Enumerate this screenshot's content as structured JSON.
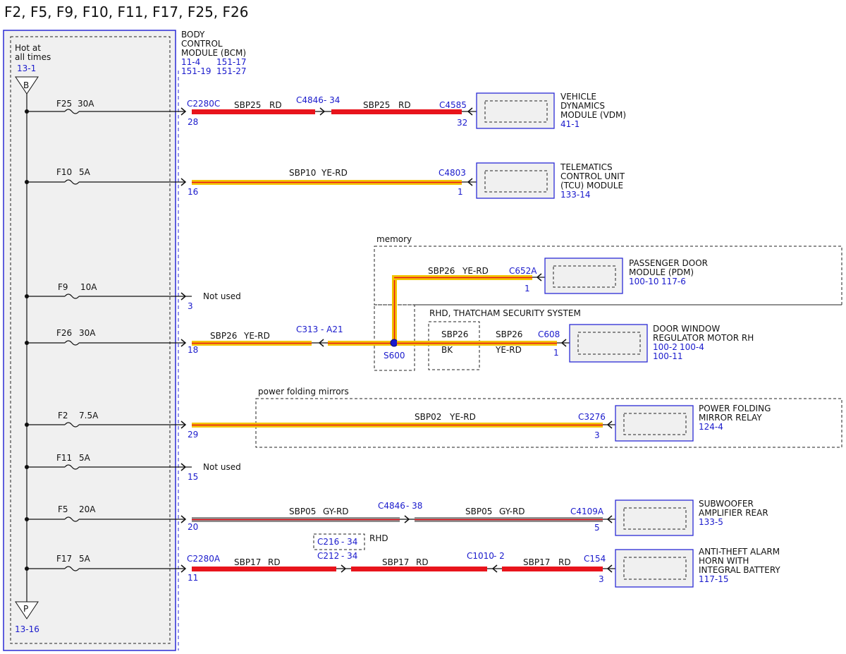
{
  "page_title": "F2, F5, F9, F10, F11, F17, F25, F26",
  "bcm": {
    "hot_label_1": "Hot at",
    "hot_label_2": "all times",
    "hot_ref": "13-1",
    "top_connector": "B",
    "bottom_connector": "P",
    "bottom_ref": "13-16",
    "name_1": "BODY",
    "name_2": "CONTROL",
    "name_3": "MODULE (BCM)",
    "refs_1a": "11-4",
    "refs_1b": "151-17",
    "refs_2a": "151-19",
    "refs_2b": "151-27"
  },
  "fuses": {
    "f25": {
      "name": "F25",
      "rating": "30A"
    },
    "f10": {
      "name": "F10",
      "rating": "5A"
    },
    "f9": {
      "name": "F9",
      "rating": "10A"
    },
    "f26": {
      "name": "F26",
      "rating": "30A"
    },
    "f2": {
      "name": "F2",
      "rating": "7.5A"
    },
    "f11": {
      "name": "F11",
      "rating": "5A"
    },
    "f5": {
      "name": "F5",
      "rating": "20A"
    },
    "f17": {
      "name": "F17",
      "rating": "5A"
    }
  },
  "circuits": {
    "vdm": {
      "conn_left": "C2280C",
      "pin_left": "28",
      "inline": "C4846",
      "inline_pin": "- 34",
      "circuit_a": "SBP25",
      "color_a": "RD",
      "circuit_b": "SBP25",
      "color_b": "RD",
      "conn_right": "C4585",
      "pin_right": "32",
      "module_1": "VEHICLE",
      "module_2": "DYNAMICS",
      "module_3": "MODULE (VDM)",
      "module_ref": "41-1"
    },
    "tcu": {
      "pin_left": "16",
      "circuit": "SBP10",
      "color": "YE-RD",
      "conn_right": "C4803",
      "pin_right": "1",
      "module_1": "TELEMATICS",
      "module_2": "CONTROL UNIT",
      "module_3": "(TCU) MODULE",
      "module_ref": "133-14"
    },
    "f9": {
      "pin_left": "3",
      "not_used": "Not used"
    },
    "f26": {
      "pin_left": "18",
      "circuit": "SBP26",
      "color": "YE-RD",
      "inline": "C313",
      "inline_pin": "- A21",
      "splice": "S600",
      "memory_label": "memory",
      "pdm_circuit": "SBP26",
      "pdm_color": "YE-RD",
      "pdm_conn": "C652A",
      "pdm_pin": "1",
      "pdm_1": "PASSENGER DOOR",
      "pdm_2": "MODULE (PDM)",
      "pdm_ref_a": "100-10",
      "pdm_ref_b": "117-6",
      "rhd_label": "RHD, THATCHAM SECURITY SYSTEM",
      "alt_circuit": "SBP26",
      "alt_color": "BK",
      "dw_circuit": "SBP26",
      "dw_color": "YE-RD",
      "dw_conn": "C608",
      "dw_pin": "1",
      "dw_1": "DOOR WINDOW",
      "dw_2": "REGULATOR MOTOR RH",
      "dw_ref_a": "100-2",
      "dw_ref_b": "100-4",
      "dw_ref_c": "100-11"
    },
    "f2": {
      "pin_left": "29",
      "option_label": "power folding mirrors",
      "circuit": "SBP02",
      "color": "YE-RD",
      "conn_right": "C3276",
      "pin_right": "3",
      "module_1": "POWER FOLDING",
      "module_2": "MIRROR RELAY",
      "module_ref": "124-4"
    },
    "f11": {
      "pin_left": "15",
      "not_used": "Not used"
    },
    "f5": {
      "pin_left": "20",
      "circuit_a": "SBP05",
      "color_a": "GY-RD",
      "inline": "C4846",
      "inline_pin": "- 38",
      "circuit_b": "SBP05",
      "color_b": "GY-RD",
      "conn_right": "C4109A",
      "pin_right": "5",
      "module_1": "SUBWOOFER",
      "module_2": "AMPLIFIER REAR",
      "module_ref": "133-5"
    },
    "f17": {
      "conn_left": "C2280A",
      "pin_left": "11",
      "circuit_a": "SBP17",
      "color_a": "RD",
      "rhd_conn": "C216",
      "rhd_pin": "- 34",
      "rhd_label": "RHD",
      "inline_1": "C212",
      "inline_1_pin": "- 34",
      "circuit_b": "SBP17",
      "color_b": "RD",
      "inline_2": "C1010",
      "inline_2_pin": "- 2",
      "circuit_c": "SBP17",
      "color_c": "RD",
      "conn_right": "C154",
      "pin_right": "3",
      "module_1": "ANTI-THEFT ALARM",
      "module_2": "HORN WITH",
      "module_3": "INTEGRAL BATTERY",
      "module_ref": "117-15"
    }
  },
  "colors": {
    "wire_rd": "#e8141c",
    "wire_ye": "#f2c500",
    "wire_gy": "#8c8c8c",
    "ref_blue": "#1a1acc",
    "module_border": "#2b2bd6",
    "panel_fill": "#f0f0f0"
  }
}
